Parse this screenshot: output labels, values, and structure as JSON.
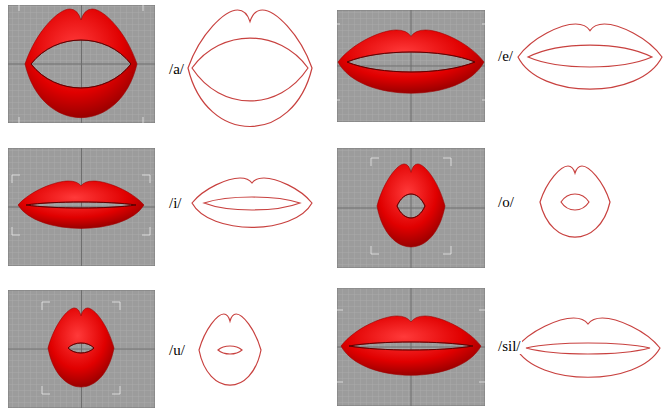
{
  "diagram": {
    "labels": [
      "/a/",
      "/e/",
      "/i/",
      "/o/",
      "/u/",
      "/sil/"
    ]
  }
}
